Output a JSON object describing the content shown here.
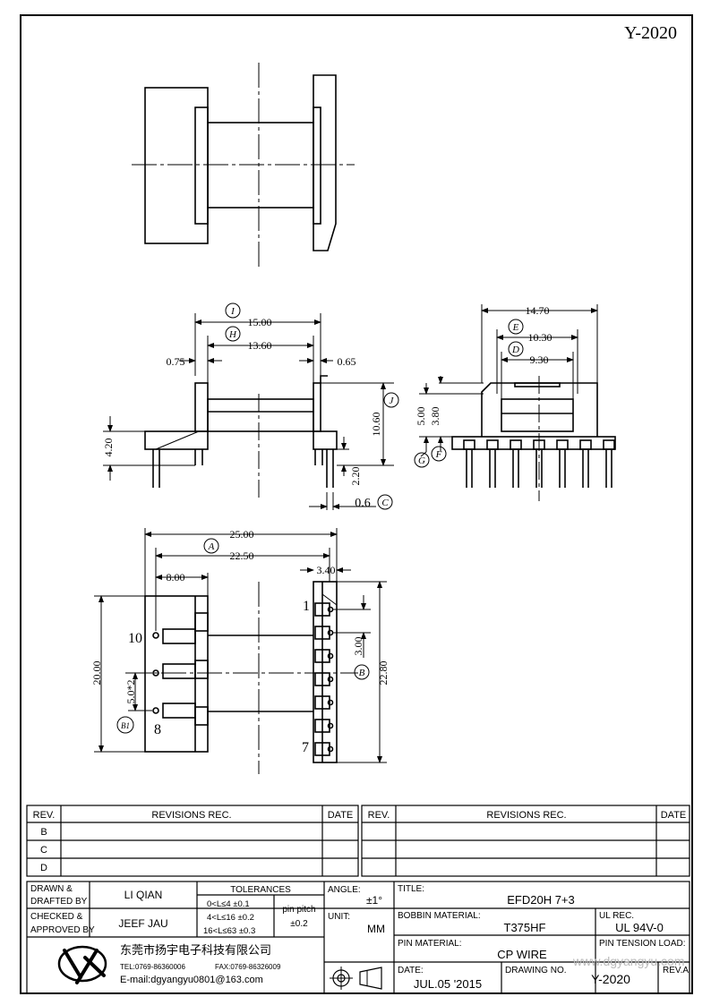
{
  "header": {
    "drawing_code": "Y-2020"
  },
  "drawing": {
    "dims_side": [
      "15.00",
      "13.60",
      "0.75",
      "0.65",
      "10.60",
      "4.20",
      "2.20",
      "0.6"
    ],
    "dims_end": [
      "14.70",
      "10.30",
      "9.30",
      "5.00",
      "3.80"
    ],
    "dims_bottom": [
      "25.00",
      "22.50",
      "8.00",
      "3.40",
      "20.00",
      "5.0*2",
      "3.00",
      "22.80"
    ],
    "datums": [
      "I",
      "H",
      "J",
      "C",
      "E",
      "D",
      "G",
      "F",
      "A",
      "B",
      "B1"
    ],
    "pin_labels": [
      "1",
      "10",
      "8",
      "7"
    ]
  },
  "revision_table": {
    "col_rev": "REV.",
    "col_revisions": "REVISIONS   REC.",
    "col_date": "DATE",
    "rows": [
      "B",
      "C",
      "D"
    ]
  },
  "title_block": {
    "drawn_by_label_1": "DRAWN &",
    "drawn_by_label_2": "DRAFTED BY",
    "drawn_by": "LI QIAN",
    "checked_label_1": "CHECKED &",
    "checked_label_2": "APPROVED BY",
    "checked_by": "JEEF JAU",
    "tolerances_label": "TOLERANCES",
    "tol_1": "0<L≤4   ±0.1",
    "tol_2": "4<L≤16  ±0.2",
    "tol_3": "16<L≤63 ±0.3",
    "pin_pitch_label": "pin pitch",
    "pin_pitch_tol": "±0.2",
    "angle_label": "ANGLE:",
    "angle_value": "±1°",
    "unit_label": "UNIT:",
    "unit_value": "MM",
    "title_label": "TITLE:",
    "title_value": "EFD20H  7+3",
    "bobbin_material_label": "BOBBIN MATERIAL:",
    "bobbin_material": "T375HF",
    "ul_rec_label": "UL REC.",
    "ul_rec": "UL  94V-0",
    "pin_material_label": "PIN MATERIAL:",
    "pin_material": "CP  WIRE",
    "pin_tension_label": "PIN TENSION LOAD:",
    "date_label": "DATE:",
    "date_value": "JUL.05  '2015",
    "drawing_no_label": "DRAWING NO.",
    "drawing_no": "Y-2020",
    "rev_label": "REV.A",
    "watermark": "www.dgyangyu.com"
  },
  "company": {
    "name_cn": "东莞市扬宇电子科技有限公司",
    "tel": "TEL:0769-86360006",
    "fax": "FAX:0769-86326009",
    "email": "E-mail:dgyangyu0801@163.com"
  }
}
